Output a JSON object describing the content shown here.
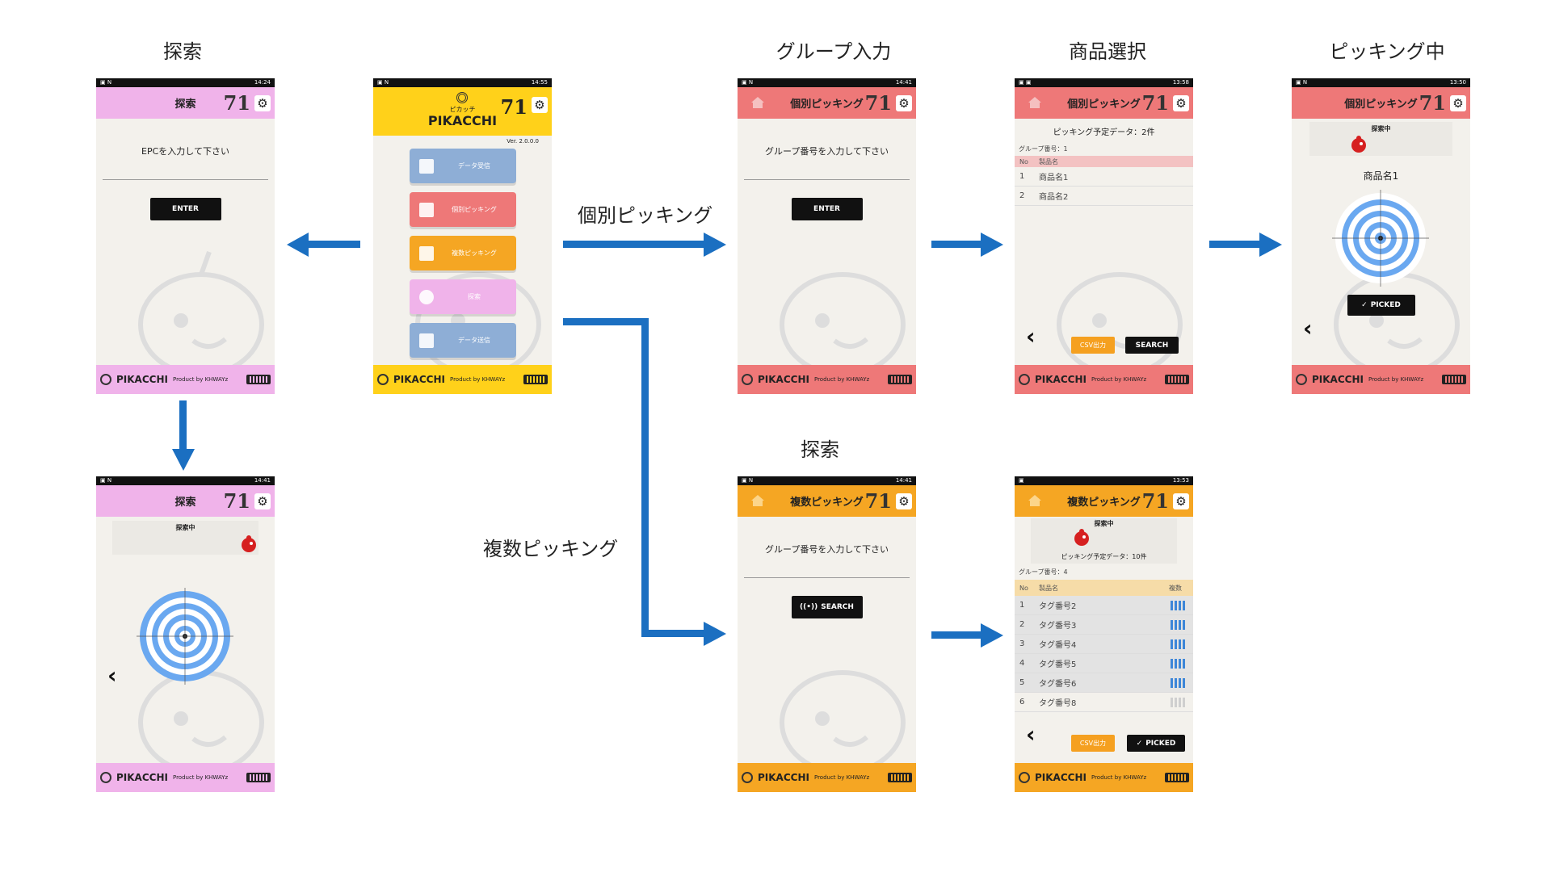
{
  "captions": {
    "search": "探索",
    "group_input": "グループ入力",
    "product_select": "商品選択",
    "picking": "ピッキング中",
    "search2": "探索"
  },
  "flow_labels": {
    "individual": "個別ピッキング",
    "multiple": "複数ピッキング"
  },
  "colors": {
    "pink_search": "#f0b3ea",
    "yellow_main": "#ffd11a",
    "red_individual": "#ee7878",
    "orange_multiple": "#f5a623",
    "arrow_blue": "#1b6fc1",
    "target_blue": "#6aa8f0"
  },
  "common": {
    "brand": "PIKACCHI",
    "brand_kana": "ピカッチ",
    "product_by": "Product by KHWAYz",
    "logo_text": "71"
  },
  "screens": {
    "search_input": {
      "time": "14:24",
      "title": "探索",
      "prompt": "EPCを入力して下さい",
      "button": "ENTER"
    },
    "main_menu": {
      "time": "14:55",
      "kana": "ピカッチ",
      "brand": "PIKACCHI",
      "version": "Ver. 2.0.0.0",
      "menu": [
        "データ受信",
        "個別ピッキング",
        "複数ピッキング",
        "探索",
        "データ送信"
      ]
    },
    "search_running": {
      "time": "14:41",
      "title": "探索",
      "status": "探索中"
    },
    "group_individual": {
      "time": "14:41",
      "title": "個別ピッキング",
      "prompt": "グループ番号を入力して下さい",
      "button": "ENTER"
    },
    "product_select": {
      "time": "13:58",
      "title": "個別ピッキング",
      "summary": "ピッキング予定データ：2件",
      "group": "グループ番号：1",
      "col_no": "No",
      "col_name": "製品名",
      "rows": [
        {
          "no": "1",
          "name": "商品名1"
        },
        {
          "no": "2",
          "name": "商品名2"
        }
      ],
      "csv": "CSV出力",
      "search": "SEARCH"
    },
    "picking": {
      "time": "13:50",
      "title": "個別ピッキング",
      "status": "探索中",
      "product": "商品名1",
      "button": "PICKED"
    },
    "group_multiple": {
      "time": "14:41",
      "title": "複数ピッキング",
      "prompt": "グループ番号を入力して下さい",
      "button": "SEARCH"
    },
    "multiple_search": {
      "time": "13:53",
      "title": "複数ピッキング",
      "status": "探索中",
      "summary": "ピッキング予定データ：10件",
      "group": "グループ番号：4",
      "col_no": "No",
      "col_name": "製品名",
      "col_state": "複数",
      "rows": [
        {
          "no": "1",
          "name": "タグ番号2"
        },
        {
          "no": "2",
          "name": "タグ番号3"
        },
        {
          "no": "3",
          "name": "タグ番号4"
        },
        {
          "no": "4",
          "name": "タグ番号5"
        },
        {
          "no": "5",
          "name": "タグ番号6"
        },
        {
          "no": "6",
          "name": "タグ番号8"
        }
      ],
      "csv": "CSV出力",
      "button": "PICKED"
    }
  }
}
